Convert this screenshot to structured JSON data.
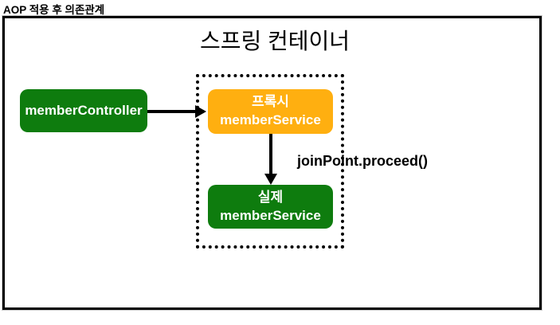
{
  "page_title": "AOP 적용 후 의존관계",
  "container": {
    "title": "스프링 컨테이너"
  },
  "nodes": {
    "controller": {
      "label": "memberController",
      "color": "#0e7c0e"
    },
    "proxy": {
      "line1": "프록시",
      "line2": "memberService",
      "color": "#ffaf10"
    },
    "real": {
      "line1": "실제",
      "line2": "memberService",
      "color": "#0e7c0e"
    }
  },
  "labels": {
    "join_point": "joinPoint.proceed()"
  },
  "colors": {
    "node_green": "#0e7c0e",
    "node_orange": "#ffaf10",
    "node_text": "#ffffff",
    "line_and_border": "#000000",
    "background": "#ffffff"
  }
}
